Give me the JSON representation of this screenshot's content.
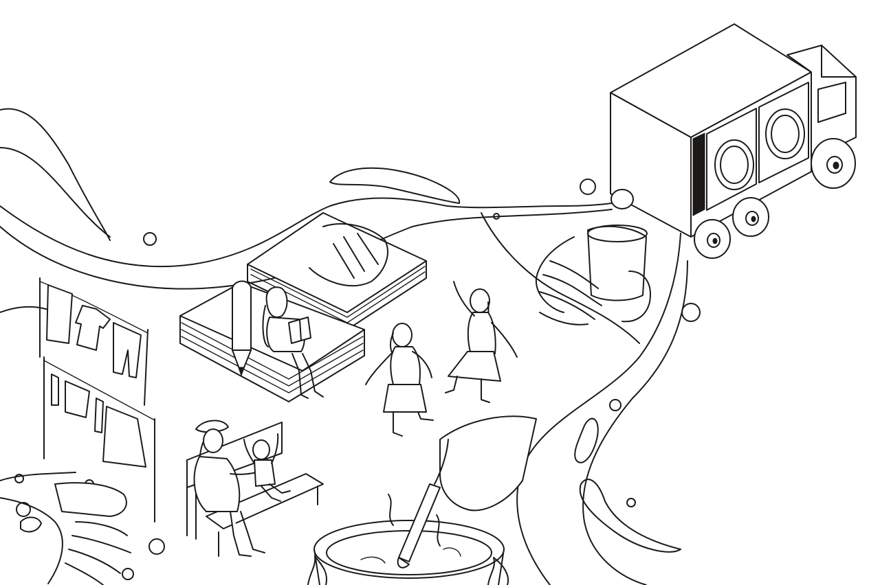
{
  "illustration": {
    "style": "black line art on white",
    "background_color": "#ffffff",
    "ink_color": "#1b1a18",
    "subjects": [
      "water-stream",
      "mobile-laundry-truck",
      "washing-machine",
      "hands-holding-cup",
      "stacked-books",
      "pencil",
      "girl-reading",
      "girls-dancing",
      "clothesline",
      "woman-on-bench",
      "child-on-bench",
      "hands-washing-soap",
      "cooking-pot",
      "fire",
      "bubbles"
    ]
  }
}
